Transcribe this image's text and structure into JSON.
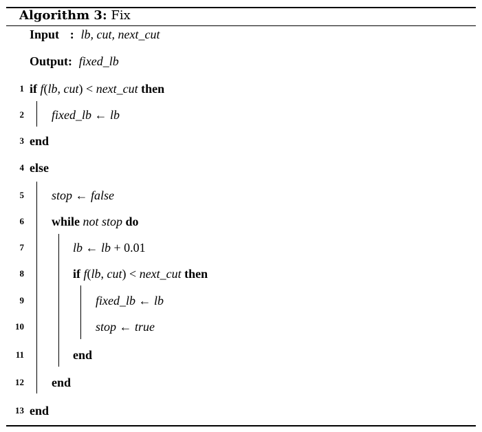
{
  "caption": {
    "label": "Algorithm 3:",
    "name": "Fix"
  },
  "io": {
    "input_label": "Input",
    "input_colon": ":",
    "input_value": "lb, cut, next_cut",
    "output_label": "Output:",
    "output_value": "fixed_lb"
  },
  "lines": [
    {
      "num": "1",
      "parts": [
        [
          "kw",
          "if"
        ],
        [
          "m",
          " f"
        ],
        [
          "r",
          "("
        ],
        [
          "m",
          "lb"
        ],
        [
          "r",
          ", "
        ],
        [
          "m",
          "cut"
        ],
        [
          "r",
          ") < "
        ],
        [
          "m",
          "next_cut"
        ],
        [
          "kw",
          " then"
        ]
      ]
    },
    {
      "num": "2",
      "parts": [
        [
          "m",
          "fixed_lb"
        ],
        [
          "r",
          " ← "
        ],
        [
          "m",
          "lb"
        ]
      ]
    },
    {
      "num": "3",
      "parts": [
        [
          "kw",
          "end"
        ]
      ]
    },
    {
      "num": "4",
      "parts": [
        [
          "kw",
          "else"
        ]
      ]
    },
    {
      "num": "5",
      "parts": [
        [
          "m",
          "stop"
        ],
        [
          "r",
          " ← "
        ],
        [
          "m",
          "false"
        ]
      ]
    },
    {
      "num": "6",
      "parts": [
        [
          "kw",
          "while"
        ],
        [
          "m",
          " not stop"
        ],
        [
          "kw",
          " do"
        ]
      ]
    },
    {
      "num": "7",
      "parts": [
        [
          "m",
          "lb"
        ],
        [
          "r",
          " ← "
        ],
        [
          "m",
          "lb"
        ],
        [
          "r",
          " + 0.01"
        ]
      ]
    },
    {
      "num": "8",
      "parts": [
        [
          "kw",
          "if"
        ],
        [
          "m",
          " f"
        ],
        [
          "r",
          "("
        ],
        [
          "m",
          "lb"
        ],
        [
          "r",
          ", "
        ],
        [
          "m",
          "cut"
        ],
        [
          "r",
          ") < "
        ],
        [
          "m",
          "next_cut"
        ],
        [
          "kw",
          " then"
        ]
      ]
    },
    {
      "num": "9",
      "parts": [
        [
          "m",
          "fixed_lb"
        ],
        [
          "r",
          " ← "
        ],
        [
          "m",
          "lb"
        ]
      ]
    },
    {
      "num": "10",
      "parts": [
        [
          "m",
          "stop"
        ],
        [
          "r",
          " ← "
        ],
        [
          "m",
          "true"
        ]
      ]
    },
    {
      "num": "11",
      "parts": [
        [
          "kw",
          "end"
        ]
      ]
    },
    {
      "num": "12",
      "parts": [
        [
          "kw",
          "end"
        ]
      ]
    },
    {
      "num": "13",
      "parts": [
        [
          "kw",
          "end"
        ]
      ]
    }
  ]
}
